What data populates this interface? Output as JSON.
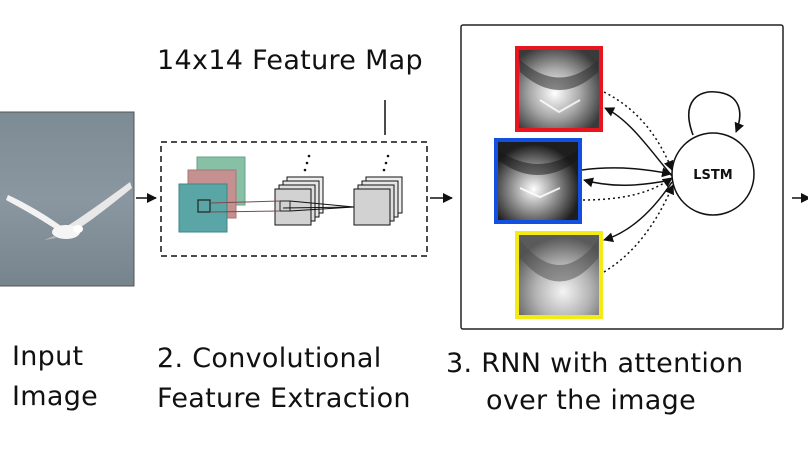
{
  "feature_map_title": "14x14 Feature Map",
  "lstm_label": "LSTM",
  "captions": {
    "input": [
      "Input",
      "Image"
    ],
    "conv": [
      "2. Convolutional",
      "Feature Extraction"
    ],
    "rnn": [
      "3. RNN with attention",
      "over the image"
    ]
  },
  "colors": {
    "attention_red": "#e8141e",
    "attention_blue": "#1450e0",
    "attention_yellow": "#f4ea14",
    "feature_teal": "#5aa6a6",
    "feature_pink": "#c49090",
    "feature_green": "#88c0a6"
  },
  "icons": [
    "bird-photo",
    "feature-map-stack",
    "attention-map",
    "lstm-node",
    "flow-arrow"
  ]
}
